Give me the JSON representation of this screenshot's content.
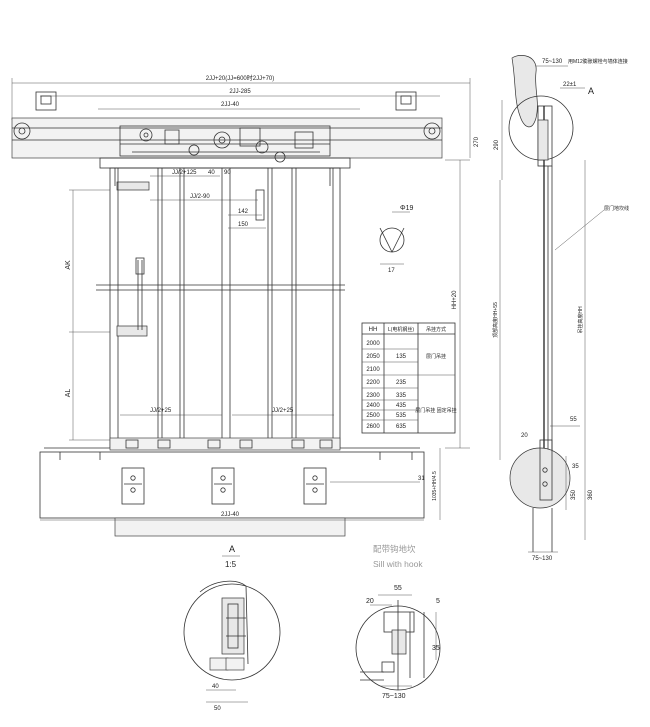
{
  "dims_top": {
    "overall": "2JJ+20(JJ=600时2JJ+70)",
    "d285": "2JJ-285",
    "d40": "2JJ-40",
    "h270": "270",
    "jj2_125": "JJ/2+125",
    "d40b": "40",
    "d90": "90",
    "jj2_90": "JJ/2-90",
    "d142": "142",
    "d150": "150",
    "ak": "AK",
    "al": "AL",
    "jj2_25a": "JJ/2+25",
    "jj2_25b": "JJ/2+25",
    "bottom": "2JJ-40",
    "hh20": "HH+20",
    "d31": "31",
    "hh_h45": "1035+HH/4.5"
  },
  "circle_detail": {
    "phi": "Φ19",
    "d17": "17"
  },
  "table": {
    "headers": [
      "HH",
      "L(电机钢丝)",
      "吊挂方式"
    ],
    "rows": [
      {
        "hh": "2000",
        "l": "",
        "m": ""
      },
      {
        "hh": "2050",
        "l": "135",
        "m": "层门吊挂"
      },
      {
        "hh": "2100",
        "l": "",
        "m": ""
      },
      {
        "hh": "2200",
        "l": "235",
        "m": ""
      },
      {
        "hh": "2300",
        "l": "335",
        "m": ""
      },
      {
        "hh": "2400",
        "l": "435",
        "m": "层门吊挂\n固定吊挂"
      },
      {
        "hh": "2500",
        "l": "535",
        "m": ""
      },
      {
        "hh": "2600",
        "l": "635",
        "m": ""
      }
    ]
  },
  "side_view": {
    "top": "75~130",
    "m12": "用M12膨胀螺栓与墙体连接",
    "d22": "22±1",
    "label_a": "A",
    "h290": "290",
    "note_right": "层门地坎线",
    "hh55": "顶部高度HH+55",
    "hh_note": "吊挂高度HH",
    "d55": "55",
    "d20": "20",
    "d35": "35",
    "d350": "350",
    "d360": "360",
    "bottom": "75~130"
  },
  "caption": {
    "cn": "配带钩地坎",
    "en": "Sill with hook"
  },
  "detail_a": {
    "label": "A",
    "scale": "1:5",
    "d40": "40",
    "d50": "50"
  },
  "detail_b": {
    "d55": "55",
    "d20": "20",
    "d5": "5",
    "d35": "35",
    "d75": "75~130"
  }
}
